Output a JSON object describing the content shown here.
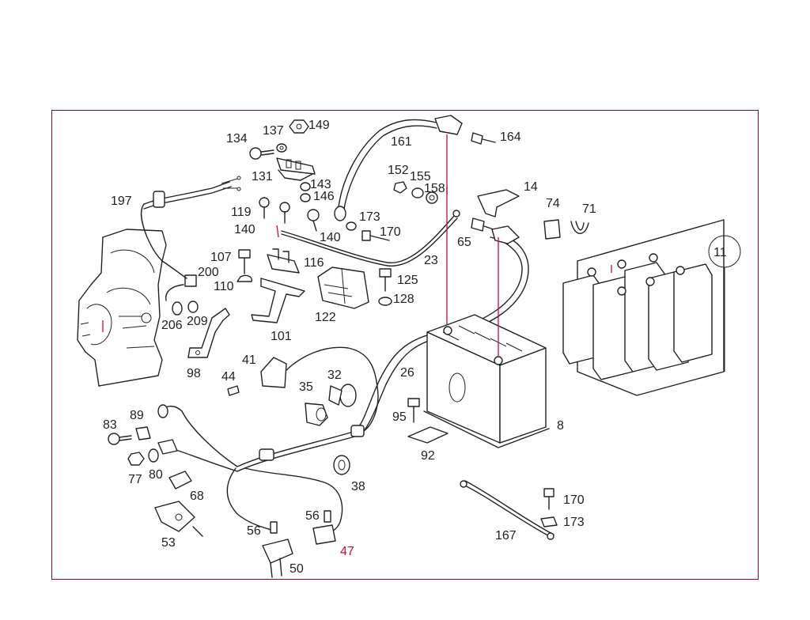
{
  "colors": {
    "frame": "#7a1030",
    "line": "#222222",
    "accent": "#c0103a",
    "background": "#ffffff"
  },
  "labels": {
    "l11": "11",
    "l134": "134",
    "l137": "137",
    "l149": "149",
    "l161": "161",
    "l164": "164",
    "l131": "131",
    "l143": "143",
    "l146": "146",
    "l152": "152",
    "l155": "155",
    "l158": "158",
    "l14": "14",
    "l74": "74",
    "l71": "71",
    "l197": "197",
    "l119": "119",
    "l173a": "173",
    "l140a": "140",
    "l140b": "140",
    "l170a": "170",
    "l65": "65",
    "l107": "107",
    "l116": "116",
    "l23": "23",
    "l200": "200",
    "l110": "110",
    "l125": "125",
    "l128": "128",
    "l206": "206",
    "l209": "209",
    "l122": "122",
    "l101": "101",
    "l41": "41",
    "l32": "32",
    "l26": "26",
    "l98": "98",
    "l44": "44",
    "l35": "35",
    "l95": "95",
    "l8": "8",
    "l83": "83",
    "l89": "89",
    "l92": "92",
    "l77": "77",
    "l80": "80",
    "l38": "38",
    "l68": "68",
    "l170b": "170",
    "l173b": "173",
    "l56a": "56",
    "l56b": "56",
    "l167": "167",
    "l53": "53",
    "l47": "47",
    "l50": "50"
  }
}
